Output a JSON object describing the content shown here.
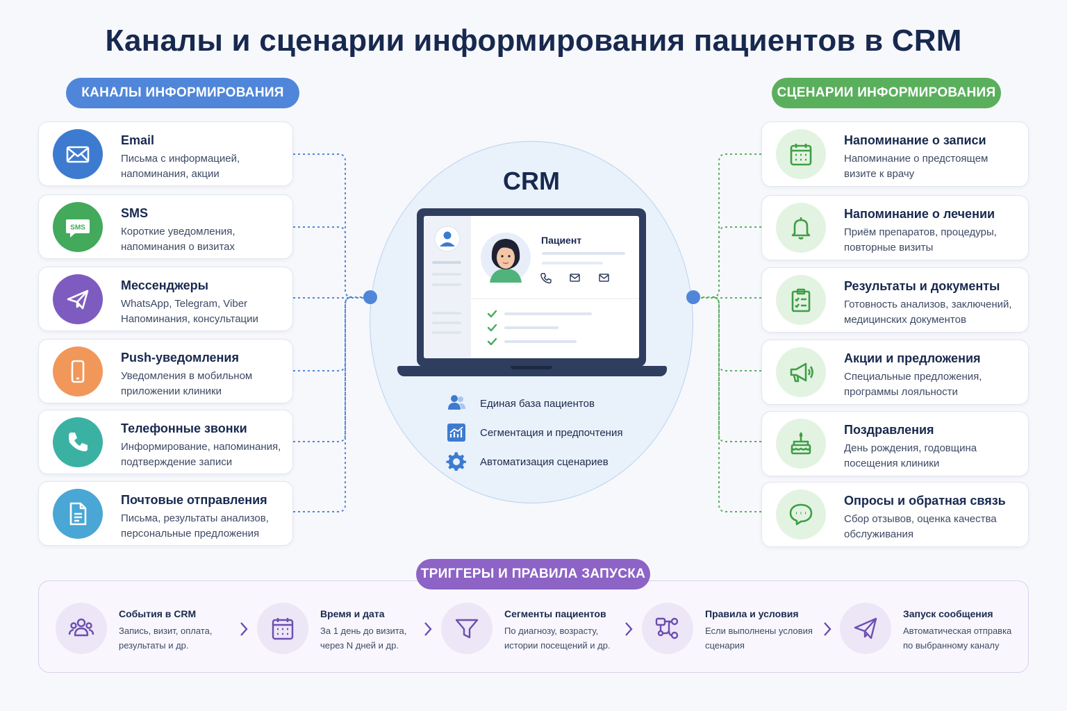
{
  "title": "Каналы и сценарии информирования пациентов в CRM",
  "channels_header": "КАНАЛЫ ИНФОРМИРОВАНИЯ",
  "scenarios_header": "СЦЕНАРИИ ИНФОРМИРОВАНИЯ",
  "triggers_header": "ТРИГГЕРЫ И ПРАВИЛА ЗАПУСКА",
  "channels": [
    {
      "title": "Email",
      "desc": "Письма с информацией,\nнапоминания, акции",
      "icon": "email-icon",
      "color": "#3d7bd0"
    },
    {
      "title": "SMS",
      "desc": "Короткие уведомления,\nнапоминания о визитах",
      "icon": "sms-icon",
      "badge_text": "SMS",
      "color": "#43a95b"
    },
    {
      "title": "Мессенджеры",
      "desc": "WhatsApp, Telegram, Viber\nНапоминания, консультации",
      "icon": "paper-plane-icon",
      "color": "#7e5bbf"
    },
    {
      "title": "Push-уведомления",
      "desc": "Уведомления в мобильном\nприложении клиники",
      "icon": "smartphone-icon",
      "color": "#f1975a"
    },
    {
      "title": "Телефонные звонки",
      "desc": "Информирование, напоминания,\nподтверждение записи",
      "icon": "phone-icon",
      "color": "#3bb1a3"
    },
    {
      "title": "Почтовые отправления",
      "desc": "Письма, результаты анализов,\nперсональные предложения",
      "icon": "document-icon",
      "color": "#4aa6d4"
    }
  ],
  "scenarios": [
    {
      "title": "Напоминание о записи",
      "desc": "Напоминание о предстоящем\nвизите к врачу",
      "icon": "calendar-icon"
    },
    {
      "title": "Напоминание о лечении",
      "desc": "Приём препаратов, процедуры,\nповторные визиты",
      "icon": "bell-icon"
    },
    {
      "title": "Результаты и документы",
      "desc": "Готовность анализов, заключений,\nмедицинских документов",
      "icon": "clipboard-icon"
    },
    {
      "title": "Акции и предложения",
      "desc": "Специальные предложения,\nпрограммы лояльности",
      "icon": "megaphone-icon"
    },
    {
      "title": "Поздравления",
      "desc": "День рождения, годовщина\nпосещения клиники",
      "icon": "cake-icon"
    },
    {
      "title": "Опросы и обратная связь",
      "desc": "Сбор отзывов, оценка качества\nобслуживания",
      "icon": "chat-icon"
    }
  ],
  "crm": {
    "label": "CRM",
    "patient_label": "Пациент",
    "features": [
      {
        "text": "Единая база пациентов",
        "icon": "users-icon"
      },
      {
        "text": "Сегментация и предпочтения",
        "icon": "chart-icon"
      },
      {
        "text": "Автоматизация сценариев",
        "icon": "gear-icon"
      }
    ]
  },
  "triggers": [
    {
      "title": "События в CRM",
      "desc": "Запись, визит, оплата,\nрезультаты и др.",
      "icon": "users-icon"
    },
    {
      "title": "Время и дата",
      "desc": "За 1 день до визита,\nчерез N дней и др.",
      "icon": "calendar-icon"
    },
    {
      "title": "Сегменты пациентов",
      "desc": "По диагнозу, возрасту,\nистории посещений и др.",
      "icon": "filter-icon"
    },
    {
      "title": "Правила и условия",
      "desc": "Если выполнены условия\nсценария",
      "icon": "flow-icon"
    },
    {
      "title": "Запуск сообщения",
      "desc": "Автоматическая отправка\nпо выбранному каналу",
      "icon": "paper-plane-icon"
    }
  ],
  "colors": {
    "blue": "#4f86d9",
    "green": "#5aaf5d",
    "purple": "#8d63c6",
    "navy": "#18294f"
  }
}
